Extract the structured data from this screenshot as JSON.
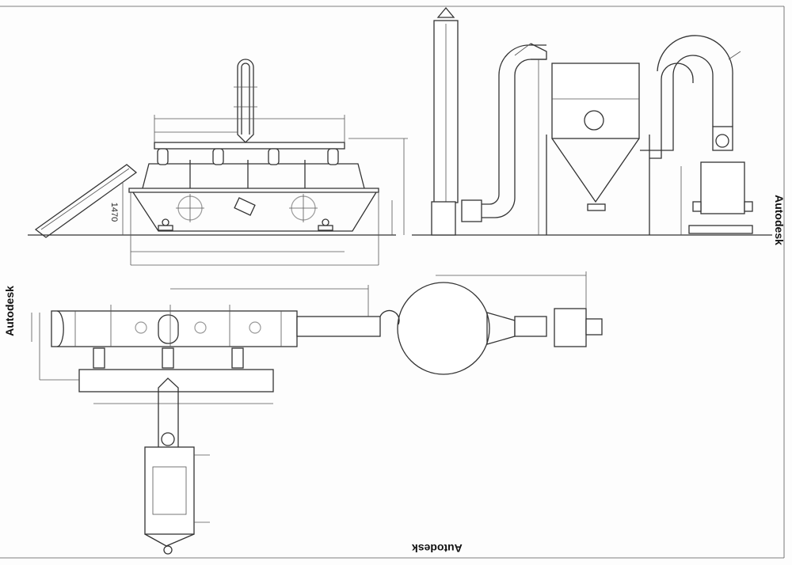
{
  "watermarks": {
    "right": "Autodesk",
    "left": "Autodesk",
    "bottom": "Autodesk"
  },
  "dimensions": {
    "conveyor_height": "1470"
  },
  "colors": {
    "line": "#333333",
    "background": "#fdfdfd"
  }
}
